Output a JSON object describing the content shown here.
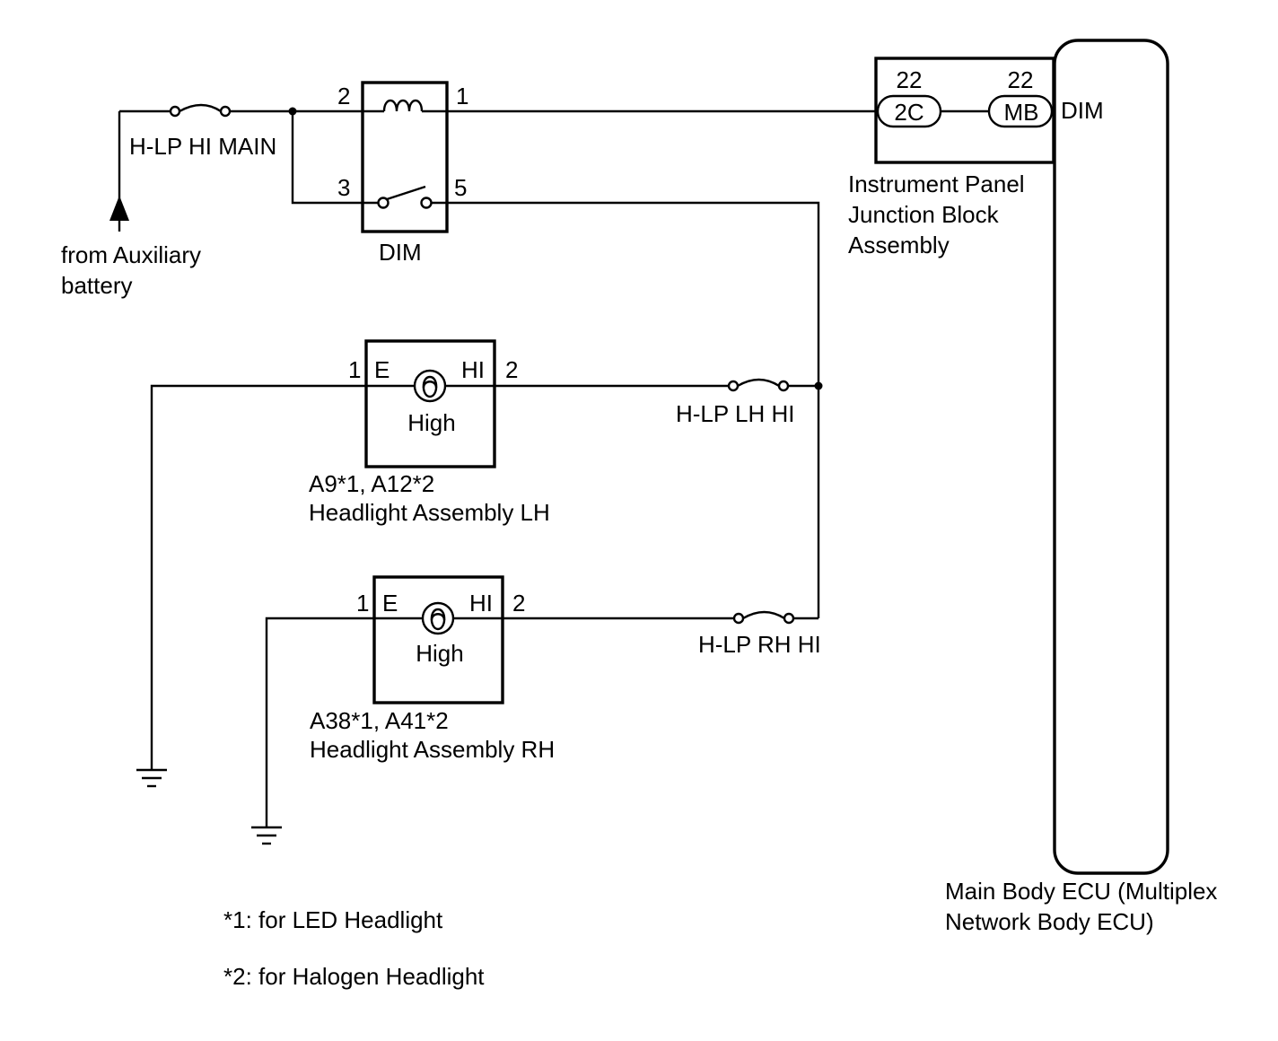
{
  "labels": {
    "fuse_main": "H-LP HI MAIN",
    "fuse_lh": "H-LP LH HI",
    "fuse_rh": "H-LP RH HI",
    "battery_line1": "from Auxiliary",
    "battery_line2": "battery",
    "relay_name": "DIM",
    "ecu_terminal": "DIM"
  },
  "relay": {
    "pin2": "2",
    "pin1": "1",
    "pin3": "3",
    "pin5": "5"
  },
  "junction_block": {
    "connector_left": "2C",
    "connector_right": "MB",
    "pin_left": "22",
    "pin_right": "22",
    "name_line1": "Instrument Panel",
    "name_line2": "Junction Block",
    "name_line3": "Assembly"
  },
  "ecu": {
    "name_line1": "Main Body ECU (Multiplex",
    "name_line2": "Network Body ECU)"
  },
  "headlight_lh": {
    "pin_left": "1",
    "pin_right": "2",
    "term_left": "E",
    "term_right": "HI",
    "lamp": "High",
    "codes": "A9*1, A12*2",
    "name": "Headlight Assembly LH"
  },
  "headlight_rh": {
    "pin_left": "1",
    "pin_right": "2",
    "term_left": "E",
    "term_right": "HI",
    "lamp": "High",
    "codes": "A38*1, A41*2",
    "name": "Headlight Assembly RH"
  },
  "notes": {
    "note1": "*1: for LED Headlight",
    "note2": "*2: for Halogen Headlight"
  }
}
